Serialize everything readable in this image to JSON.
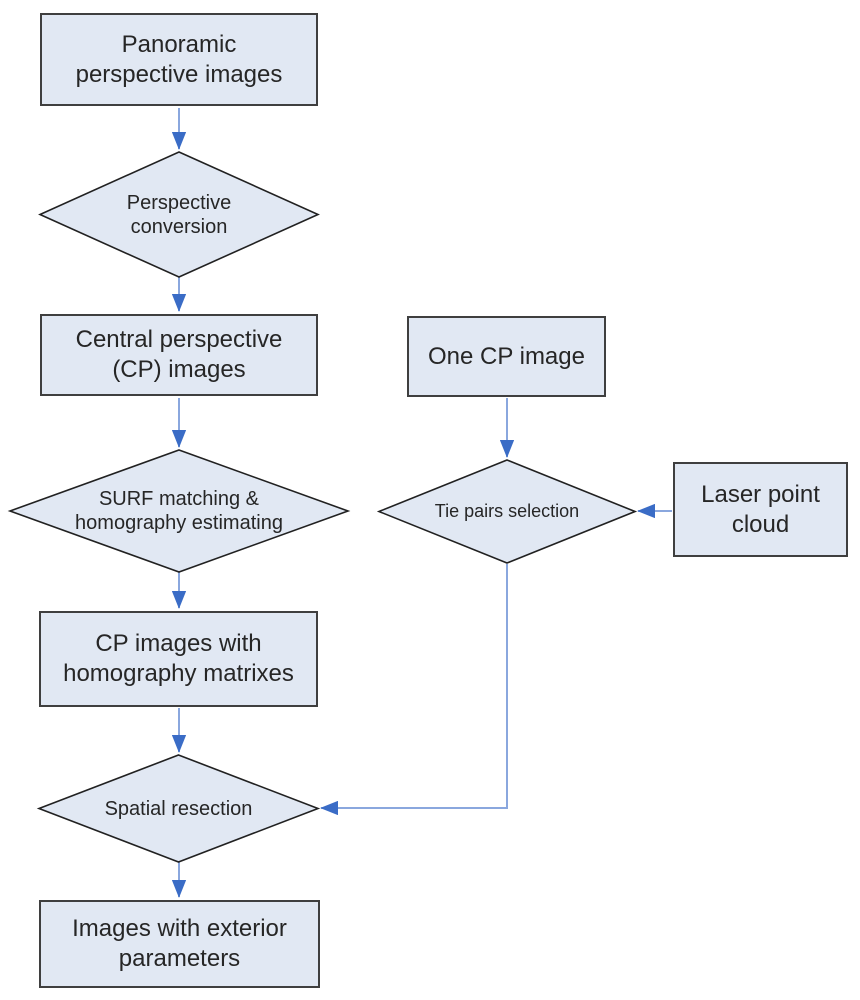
{
  "diagram": {
    "type": "flowchart",
    "nodes": {
      "panoramic": {
        "shape": "box",
        "label": "Panoramic\nperspective images"
      },
      "perspective_conversion": {
        "shape": "diamond",
        "label": "Perspective\nconversion"
      },
      "central_perspective": {
        "shape": "box",
        "label": "Central perspective\n(CP) images"
      },
      "surf_matching": {
        "shape": "diamond",
        "label": "SURF matching &\nhomography estimating"
      },
      "cp_homography": {
        "shape": "box",
        "label": "CP images with\nhomography matrixes"
      },
      "spatial_resection": {
        "shape": "diamond",
        "label": "Spatial resection"
      },
      "images_exterior": {
        "shape": "box",
        "label": "Images with exterior\nparameters"
      },
      "one_cp_image": {
        "shape": "box",
        "label": "One CP image"
      },
      "tie_pairs": {
        "shape": "diamond",
        "label": "Tie pairs selection"
      },
      "laser_point_cloud": {
        "shape": "box",
        "label": "Laser point\ncloud"
      }
    },
    "edges": [
      {
        "from": "panoramic",
        "to": "perspective_conversion"
      },
      {
        "from": "perspective_conversion",
        "to": "central_perspective"
      },
      {
        "from": "central_perspective",
        "to": "surf_matching"
      },
      {
        "from": "surf_matching",
        "to": "cp_homography"
      },
      {
        "from": "cp_homography",
        "to": "spatial_resection"
      },
      {
        "from": "spatial_resection",
        "to": "images_exterior"
      },
      {
        "from": "one_cp_image",
        "to": "tie_pairs"
      },
      {
        "from": "laser_point_cloud",
        "to": "tie_pairs"
      },
      {
        "from": "tie_pairs",
        "to": "spatial_resection"
      }
    ],
    "colors": {
      "node_fill": "#e1e8f3",
      "box_border": "#3f3f3f",
      "diamond_border": "#212121",
      "connector_line": "#8aa7de",
      "arrowhead": "#3a6cc6",
      "text_color": "#262626",
      "background": "#ffffff"
    }
  }
}
